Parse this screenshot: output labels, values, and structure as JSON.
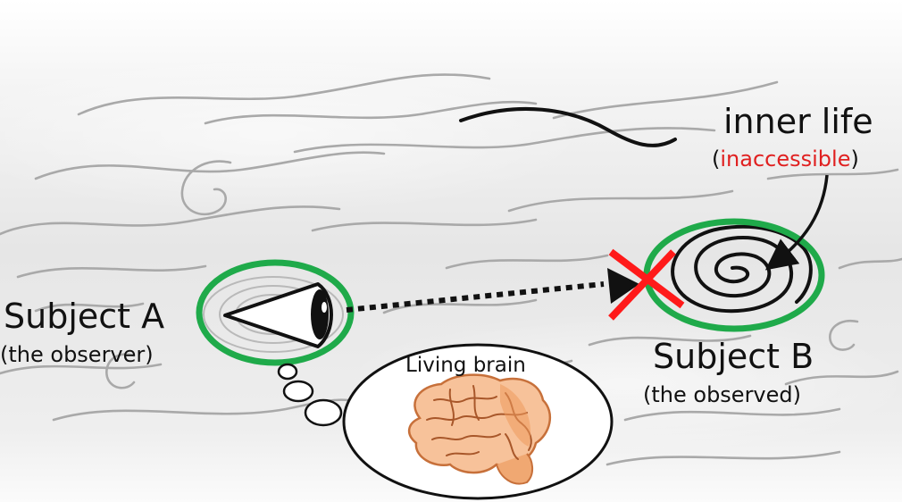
{
  "subject_a": {
    "title": "Subject A",
    "subtitle": "(the observer)"
  },
  "subject_b": {
    "title": "Subject B",
    "subtitle": "(the observed)"
  },
  "inner_life": {
    "title": "inner life",
    "open_paren": "(",
    "status": "inaccessible",
    "close_paren": ")",
    "status_color": "#e02020"
  },
  "thought_bubble": {
    "label": "Living brain"
  },
  "colors": {
    "highlight_ring": "#1faa4a",
    "block_cross": "#ff1a1a",
    "swirl_lines": "#a8a8a8",
    "brain_fill": "#f7c29a",
    "brain_stroke": "#c7703a"
  }
}
